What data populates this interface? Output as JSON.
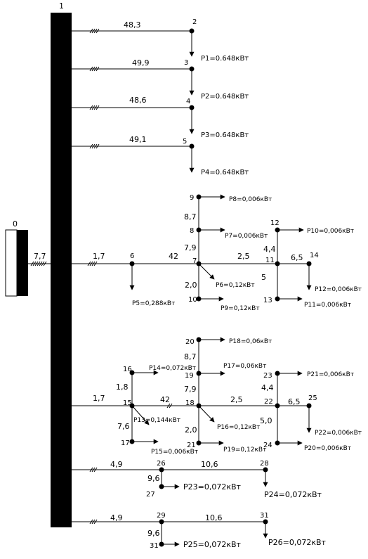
{
  "bus_label": "1",
  "source_label": "0",
  "feed_length": "7,7",
  "branches": {
    "n2": {
      "node": "2",
      "length": "48,3",
      "load": "P1=0.648кВт"
    },
    "n3": {
      "node": "3",
      "length": "49,9",
      "load": "P2=0.648кВт"
    },
    "n4": {
      "node": "4",
      "length": "48,6",
      "load": "P3=0.648кВт"
    },
    "n5": {
      "node": "5",
      "length": "49,1",
      "load": "P4=0.648кВт"
    }
  },
  "group_a": {
    "len_bus_6": "1,7",
    "n6": "6",
    "len_6_7": "42",
    "n7": "7",
    "n8": "8",
    "n9": "9",
    "n10": "10",
    "n11": "11",
    "n12": "12",
    "n13": "13",
    "n14": "14",
    "len_7_8": "7,9",
    "len_8_9": "8,7",
    "len_7_10": "2,0",
    "len_7_11": "2,5",
    "len_11_12": "4,4",
    "len_11_13": "5",
    "len_11_14": "6,5",
    "p5": "P5=0,288кВт",
    "p6": "P6=0,12кВт",
    "p7": "P7=0,006кВт",
    "p8": "P8=0,006кВт",
    "p9": "P9=0,12кВт",
    "p10": "P10=0,006кВт",
    "p11": "P11=0,006кВт",
    "p12": "P12=0,006кВт"
  },
  "group_b": {
    "len_bus_15": "1,7",
    "n15": "15",
    "n16": "16",
    "n17": "17",
    "n18": "18",
    "n19": "19",
    "n20": "20",
    "n21": "21",
    "n22": "22",
    "n23": "23",
    "n24": "24",
    "n25": "25",
    "len_15_16": "1,8",
    "len_15_17": "7,6",
    "len_15_18": "42",
    "len_18_19": "7,9",
    "len_19_20": "8,7",
    "len_18_21": "2,0",
    "len_18_22": "2,5",
    "len_22_23": "4,4",
    "len_22_24": "5,0",
    "len_22_25": "6,5",
    "p13": "P13=0,144кВт",
    "p14": "P14=0,072кВт",
    "p15": "P15=0,006кВт",
    "p16": "P16=0,12кВт",
    "p17": "P17=0,06кВт",
    "p18": "P18=0,06кВт",
    "p19": "P19=0,12кВт",
    "p20": "P20=0,006кВт",
    "p21": "P21=0,006кВт",
    "p22": "P22=0,006кВт"
  },
  "group_c": {
    "n26": "26",
    "n27": "27",
    "n28": "28",
    "len_bus_26": "4,9",
    "len_26_27": "9,6",
    "len_26_28": "10,6",
    "p23": "P23=0,072кВт",
    "p24": "P24=0,072кВт"
  },
  "group_d": {
    "n29": "29",
    "n30": "31",
    "n31": "31",
    "len_bus_29": "4,9",
    "len_29_30": "9,6",
    "len_29_31": "10,6",
    "p25": "P25=0,072кВт",
    "p26": "P26=0,072кВт"
  }
}
